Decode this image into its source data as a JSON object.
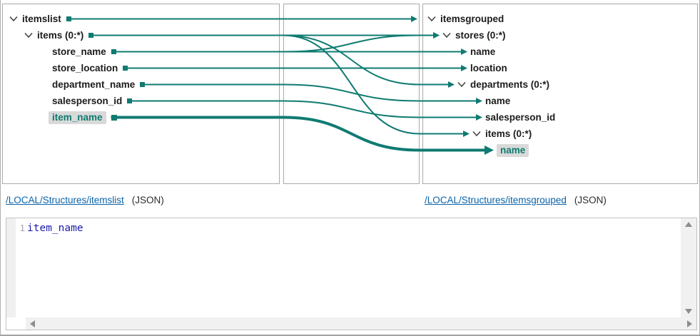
{
  "colors": {
    "mapping_teal": "#0f7b71",
    "tree_text": "#1b1b1b",
    "highlight_bg": "#d9d9d9",
    "link_blue": "#0a63a9",
    "code_text": "#1c1cac",
    "panel_border": "#a9a9a9"
  },
  "source_tree": {
    "rows": [
      {
        "label": "itemslist",
        "level": 0,
        "has_chevron": true,
        "selected": false
      },
      {
        "label": "items (0:*)",
        "level": 1,
        "has_chevron": true,
        "selected": false
      },
      {
        "label": "store_name",
        "level": 2,
        "has_chevron": false,
        "selected": false
      },
      {
        "label": "store_location",
        "level": 2,
        "has_chevron": false,
        "selected": false
      },
      {
        "label": "department_name",
        "level": 2,
        "has_chevron": false,
        "selected": false
      },
      {
        "label": "salesperson_id",
        "level": 2,
        "has_chevron": false,
        "selected": false
      },
      {
        "label": "item_name",
        "level": 2,
        "has_chevron": false,
        "selected": true
      }
    ]
  },
  "target_tree": {
    "rows": [
      {
        "label": "itemsgrouped",
        "level": 0,
        "has_chevron": true,
        "selected": false
      },
      {
        "label": "stores (0:*)",
        "level": 1,
        "has_chevron": true,
        "selected": false
      },
      {
        "label": "name",
        "level": 2,
        "has_chevron": false,
        "selected": false
      },
      {
        "label": "location",
        "level": 2,
        "has_chevron": false,
        "selected": false
      },
      {
        "label": "departments (0:*)",
        "level": 2,
        "has_chevron": true,
        "selected": false
      },
      {
        "label": "name",
        "level": 3,
        "has_chevron": false,
        "selected": false
      },
      {
        "label": "salesperson_id",
        "level": 3,
        "has_chevron": false,
        "selected": false
      },
      {
        "label": "items (0:*)",
        "level": 3,
        "has_chevron": true,
        "selected": false
      },
      {
        "label": "name",
        "level": 4,
        "has_chevron": false,
        "selected": true
      }
    ]
  },
  "mappings": [
    {
      "from": "itemslist",
      "to": "itemsgrouped",
      "from_index": 0,
      "to_index": 0,
      "terminates_at_panel_edge": true,
      "emphasized": false
    },
    {
      "from": "items (0:*)",
      "to": "stores (0:*)",
      "from_index": 1,
      "to_index": 1,
      "terminates_at_panel_edge": false,
      "emphasized": false
    },
    {
      "from": "store_name",
      "to": "stores (0:*)",
      "from_index": 2,
      "to_index": 1,
      "terminates_at_panel_edge": false,
      "emphasized": false
    },
    {
      "from": "store_name",
      "to": "name",
      "from_index": 2,
      "to_index": 2,
      "terminates_at_panel_edge": false,
      "emphasized": false
    },
    {
      "from": "store_location",
      "to": "location",
      "from_index": 3,
      "to_index": 3,
      "terminates_at_panel_edge": false,
      "emphasized": false
    },
    {
      "from": "items (0:*)",
      "to": "departments (0:*)",
      "from_index": 1,
      "to_index": 4,
      "terminates_at_panel_edge": false,
      "emphasized": false
    },
    {
      "from": "department_name",
      "to": "name",
      "from_index": 4,
      "to_index": 5,
      "terminates_at_panel_edge": false,
      "emphasized": false
    },
    {
      "from": "salesperson_id",
      "to": "salesperson_id",
      "from_index": 5,
      "to_index": 6,
      "terminates_at_panel_edge": false,
      "emphasized": false
    },
    {
      "from": "items (0:*)",
      "to": "items (0:*)",
      "from_index": 1,
      "to_index": 7,
      "terminates_at_panel_edge": false,
      "emphasized": false
    },
    {
      "from": "item_name",
      "to": "name",
      "from_index": 6,
      "to_index": 8,
      "terminates_at_panel_edge": false,
      "emphasized": true
    }
  ],
  "links": {
    "source": {
      "text": "/LOCAL/Structures/itemslist",
      "format_label": "(JSON)"
    },
    "target": {
      "text": "/LOCAL/Structures/itemsgrouped",
      "format_label": "(JSON)"
    }
  },
  "editor": {
    "line_number": "1",
    "line_text": "item_name"
  }
}
